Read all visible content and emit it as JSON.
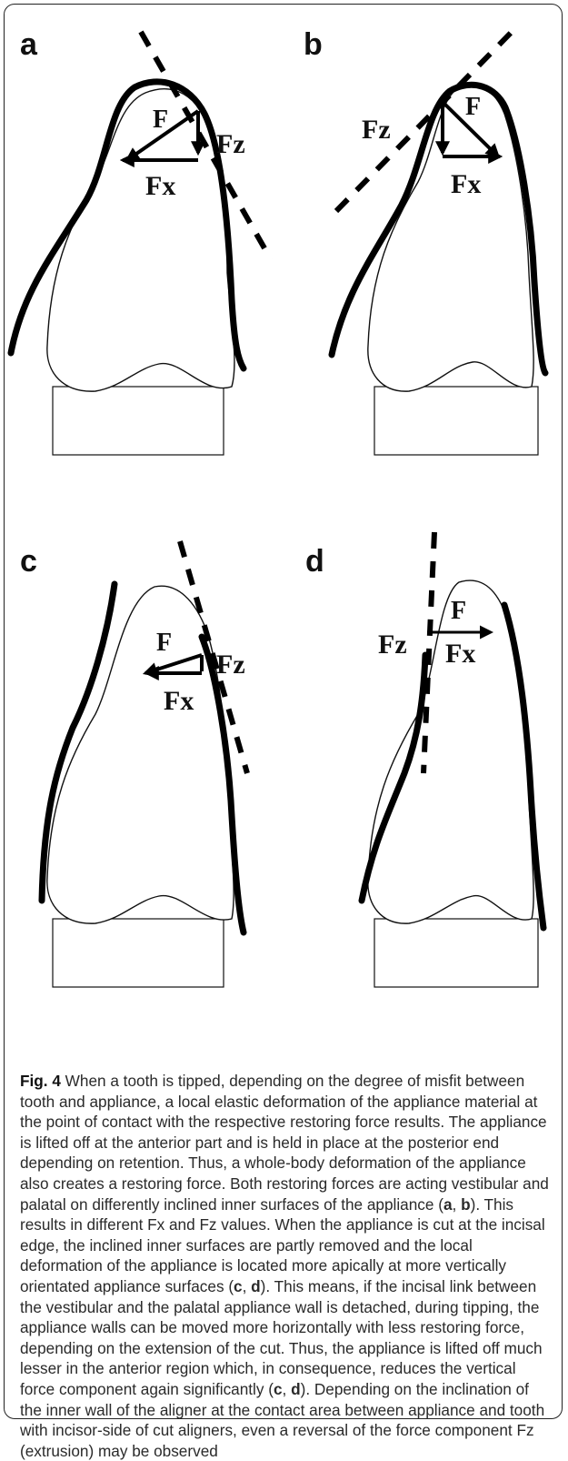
{
  "figure": {
    "panels": [
      {
        "letter": "a",
        "labels": {
          "F": "F",
          "Fz": "Fz",
          "Fx": "Fx"
        }
      },
      {
        "letter": "b",
        "labels": {
          "F": "F",
          "Fz": "Fz",
          "Fx": "Fx"
        }
      },
      {
        "letter": "c",
        "labels": {
          "F": "F",
          "Fz": "Fz",
          "Fx": "Fx"
        }
      },
      {
        "letter": "d",
        "labels": {
          "F": "F",
          "Fz": "Fz",
          "Fx": "Fx"
        }
      }
    ]
  },
  "caption": {
    "label": "Fig. 4",
    "text": "When a tooth is tipped, depending on the degree of misfit between tooth and appliance, a local elastic deformation of the appliance material at the point of contact with the respective restoring force results. The appliance is lifted off at the anterior part and is held in place at the posterior end depending on retention. Thus, a whole-body deformation of the appliance also creates a restoring force. Both restoring forces are acting vestibular and palatal on differently inclined inner surfaces of the appliance (a, b). This results in different Fx and Fz values. When the appliance is cut at the incisal edge, the inclined inner surfaces are partly removed and the local deformation of the appliance is located more apically at more vertically orientated appliance surfaces (c, d). This means, if the incisal link between the vestibular and the palatal appliance wall is detached, during tipping, the appliance walls can be moved more horizontally with less restoring force, depending on the extension of the cut. Thus, the appliance is lifted off much lesser in the anterior region which, in consequence, reduces the vertical force component again significantly (c, d). Depending on the inclination of the inner wall of the aligner at the contact area between appliance and tooth with incisor-side of cut aligners, even a reversal of the force component Fz (extrusion) may be observed"
  }
}
